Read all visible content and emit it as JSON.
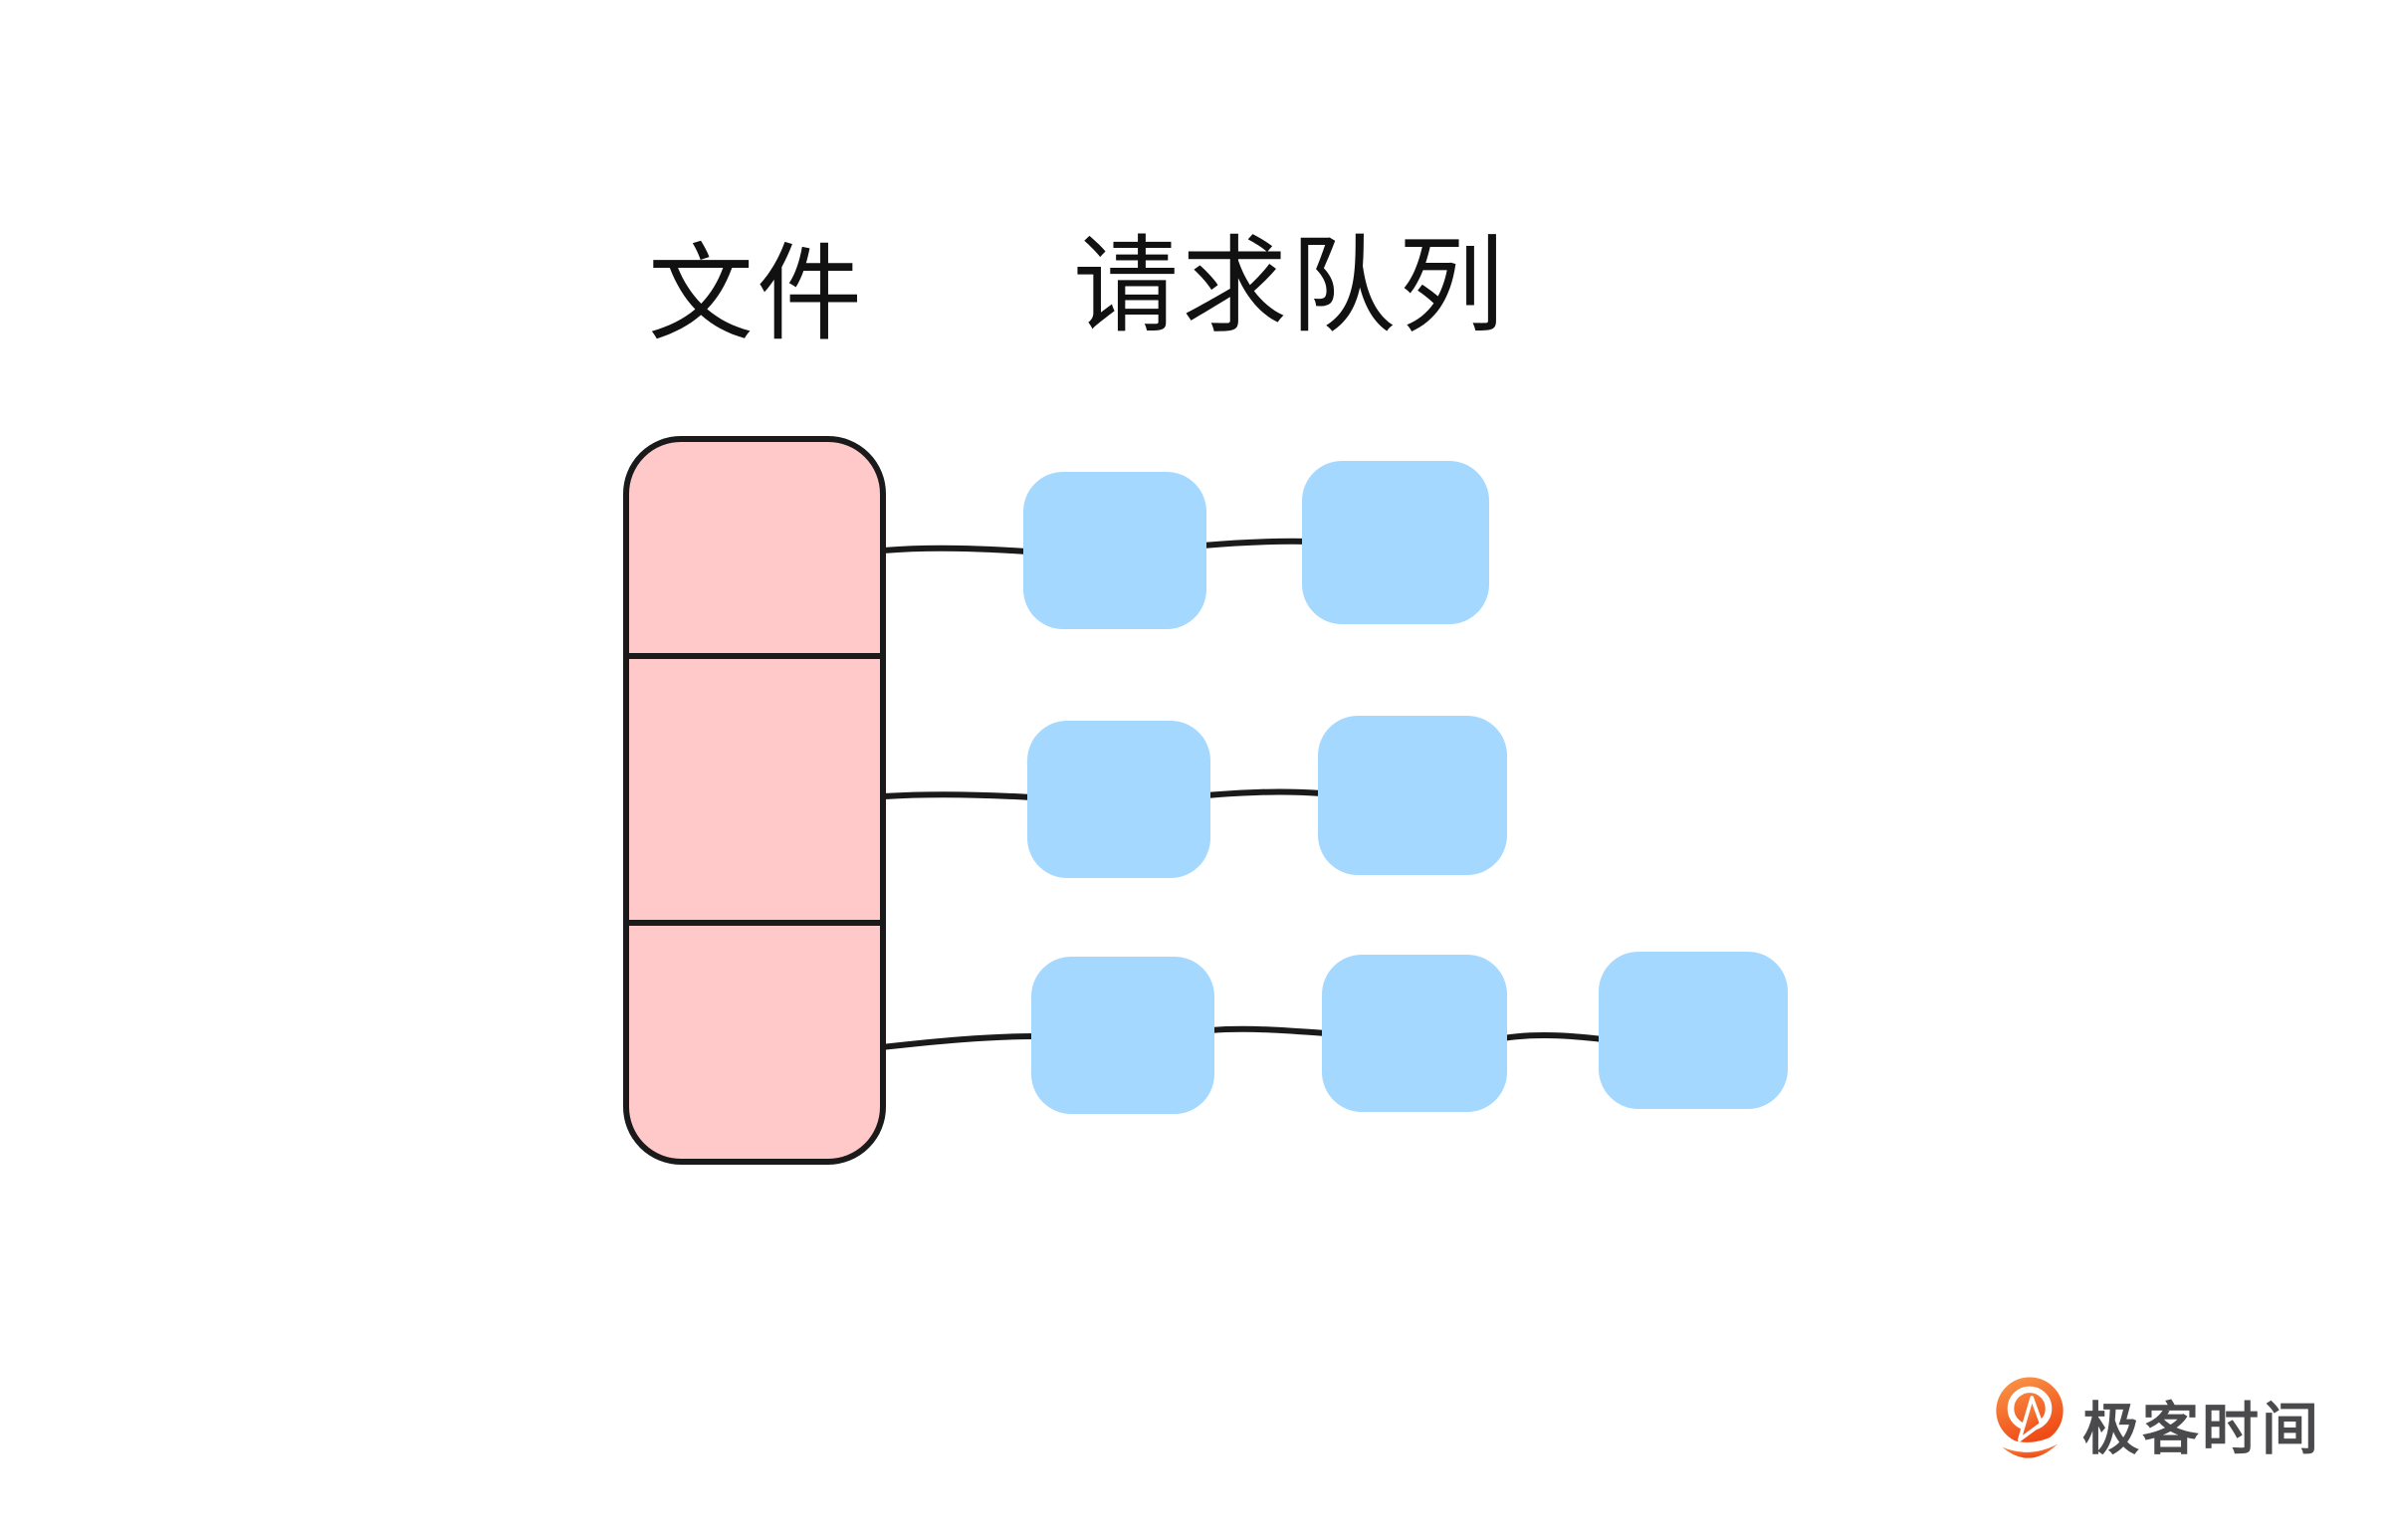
{
  "diagram": {
    "file_label": "文件",
    "queue_label": "请求队列",
    "file_blocks": 3,
    "request_queues": [
      {
        "row": 1,
        "nodes": 2
      },
      {
        "row": 2,
        "nodes": 2
      },
      {
        "row": 3,
        "nodes": 3
      }
    ],
    "colors": {
      "file_fill": "#FFC9C9",
      "node_fill": "#A5D8FF",
      "line": "#1a1a1a",
      "label_text": "#111111"
    }
  },
  "footer": {
    "brand": "极客时间",
    "brand_text_color": "#4a4a4c",
    "logo_colors": {
      "orange_light": "#FA9A4B",
      "orange_dark": "#EF4B16"
    }
  }
}
